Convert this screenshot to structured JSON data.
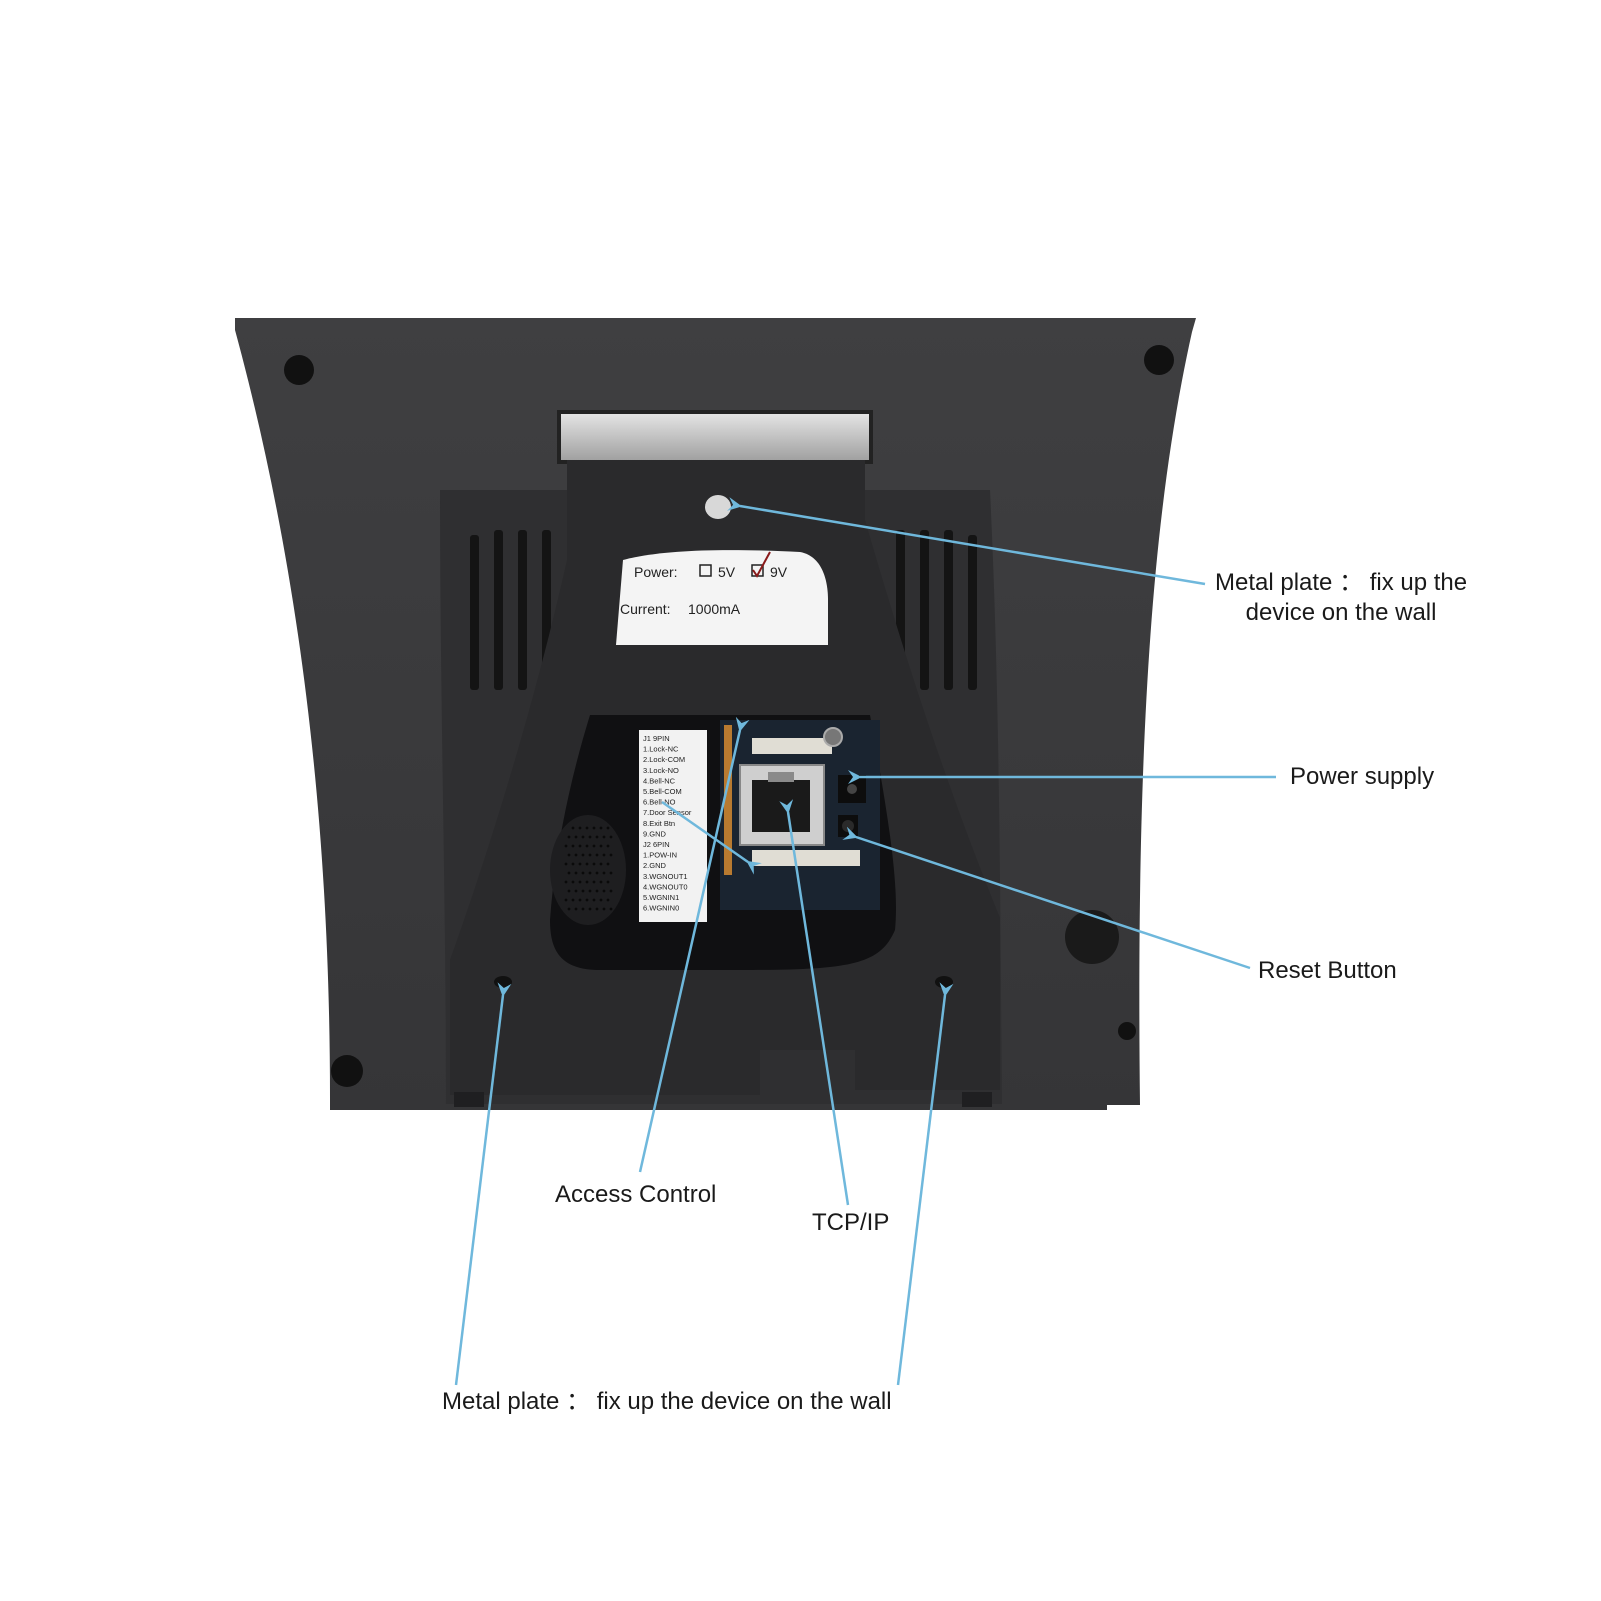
{
  "sticker": {
    "power_label": "Power:",
    "opt_5v": "5V",
    "opt_9v": "9V",
    "current_label": "Current:",
    "current_value": "1000mA"
  },
  "pin_label": [
    "J1 9PIN",
    "1.Lock-NC",
    "2.Lock-COM",
    "3.Lock-NO",
    "4.Bell-NC",
    "5.Bell-COM",
    "6.Bell-NO",
    "7.Door Sensor",
    "8.Exit Btn",
    "9.GND",
    "J2 6PIN",
    "1.POW-IN",
    "2.GND",
    "3.WGNOUT1",
    "4.WGNOUT0",
    "5.WGNIN1",
    "6.WGNIN0"
  ],
  "callouts": {
    "metal_top_line1": "Metal plate ： fix up the",
    "metal_top_line2": "device on the wall",
    "power_supply": "Power supply",
    "reset_button": "Reset Button",
    "access_control": "Access Control",
    "tcp_ip": "TCP/IP",
    "metal_bottom": "Metal plate ： fix up the device on the wall"
  },
  "colors": {
    "background": "#ffffff",
    "device_body": "#3a3a3c",
    "bracket": "#2a2a2c",
    "leader_line": "#6fb8dc",
    "label_text": "#1a1a1a"
  }
}
